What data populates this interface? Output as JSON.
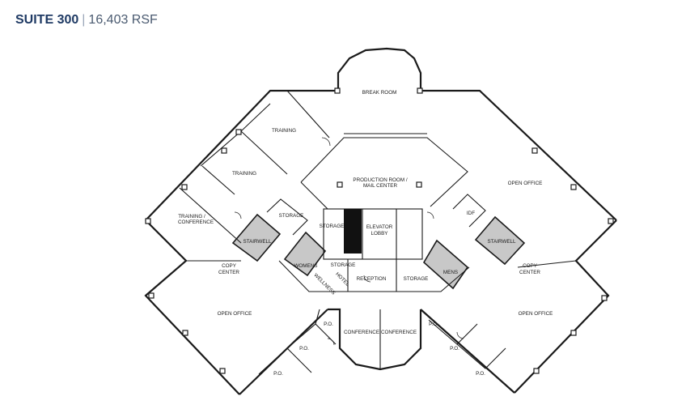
{
  "header": {
    "suite": "SUITE 300",
    "separator": "|",
    "area": "16,403 RSF"
  },
  "rooms": {
    "break_room": "BREAK ROOM",
    "training_1": "TRAINING",
    "training_2": "TRAINING",
    "training_conf_1": "TRAINING /",
    "training_conf_2": "CONFERENCE",
    "production_1": "PRODUCTION ROOM /",
    "production_2": "MAIL CENTER",
    "open_office_ne": "OPEN OFFICE",
    "open_office_w": "OPEN OFFICE",
    "open_office_e": "OPEN OFFICE",
    "storage_w": "STORAGE",
    "stairwell_w": "STAIRWELL",
    "copy_center_w_1": "COPY",
    "copy_center_w_2": "CENTER",
    "storage_lobby": "STORAGE",
    "elevator_1": "ELEVATOR",
    "elevator_2": "LOBBY",
    "idf": "IDF",
    "stairwell_e": "STAIRWELL",
    "copy_center_e_1": "COPY",
    "copy_center_e_2": "CENTER",
    "womens": "WOMENS",
    "storage_mid": "STORAGE",
    "wellness": "WELLNESS",
    "hotel": "HOTEL",
    "reception": "RECEPTION",
    "storage_se": "STORAGE",
    "mens": "MENS",
    "po_1": "P.O.",
    "po_2": "P.O.",
    "po_3": "P.O.",
    "po_4": "P.O.",
    "po_5": "P.O.",
    "po_6": "P.O.",
    "conference_1": "CONFERENCE",
    "conference_2": "CONFERENCE"
  }
}
